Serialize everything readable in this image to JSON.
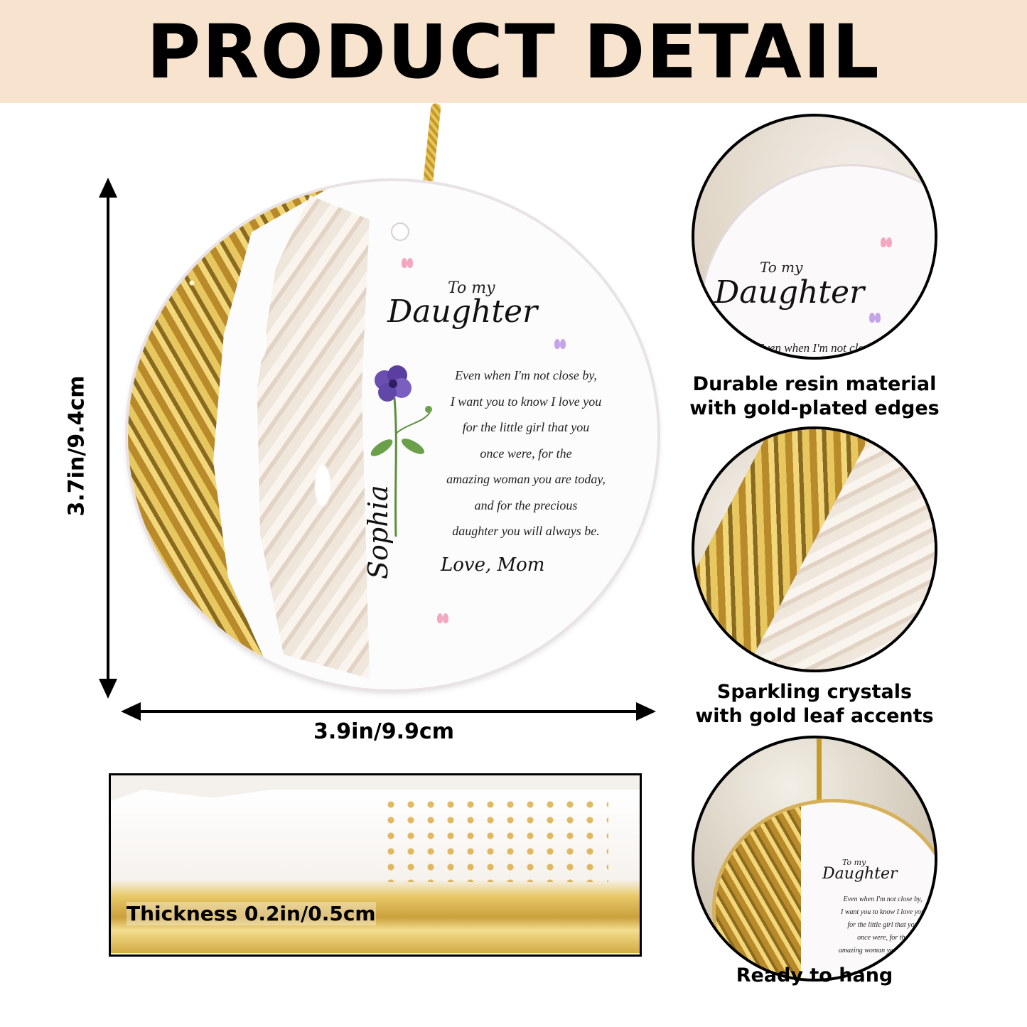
{
  "header": {
    "title": "PRODUCT DETAIL"
  },
  "ornament": {
    "to_line": "To my",
    "recipient": "Daughter",
    "message_lines": [
      "Even when I'm not close by,",
      "I want you to know I love you",
      "for the little girl that you",
      "once were, for the",
      "amazing woman you are today,",
      "and for the precious",
      "daughter you will always be."
    ],
    "signature": "Love, Mom",
    "name": "Sophia"
  },
  "dimensions": {
    "height_label": "3.7in/9.4cm",
    "width_label": "3.9in/9.9cm",
    "thickness_label": "Thickness 0.2in/0.5cm"
  },
  "details": [
    {
      "caption_line1": "Durable resin material",
      "caption_line2": "with gold-plated edges",
      "preview_line": "Even when I'm not clos"
    },
    {
      "caption_line1": "Sparkling crystals",
      "caption_line2": "with gold leaf accents"
    },
    {
      "caption_line1": "Ready to hang",
      "caption_line2": ""
    }
  ],
  "colors": {
    "banner": "#f8e3cf",
    "gold": "#d4a93c",
    "text": "#000000"
  },
  "icons": [
    "arrow-up-icon",
    "arrow-down-icon",
    "arrow-left-icon",
    "arrow-right-icon",
    "butterfly-icon",
    "flower-icon"
  ]
}
